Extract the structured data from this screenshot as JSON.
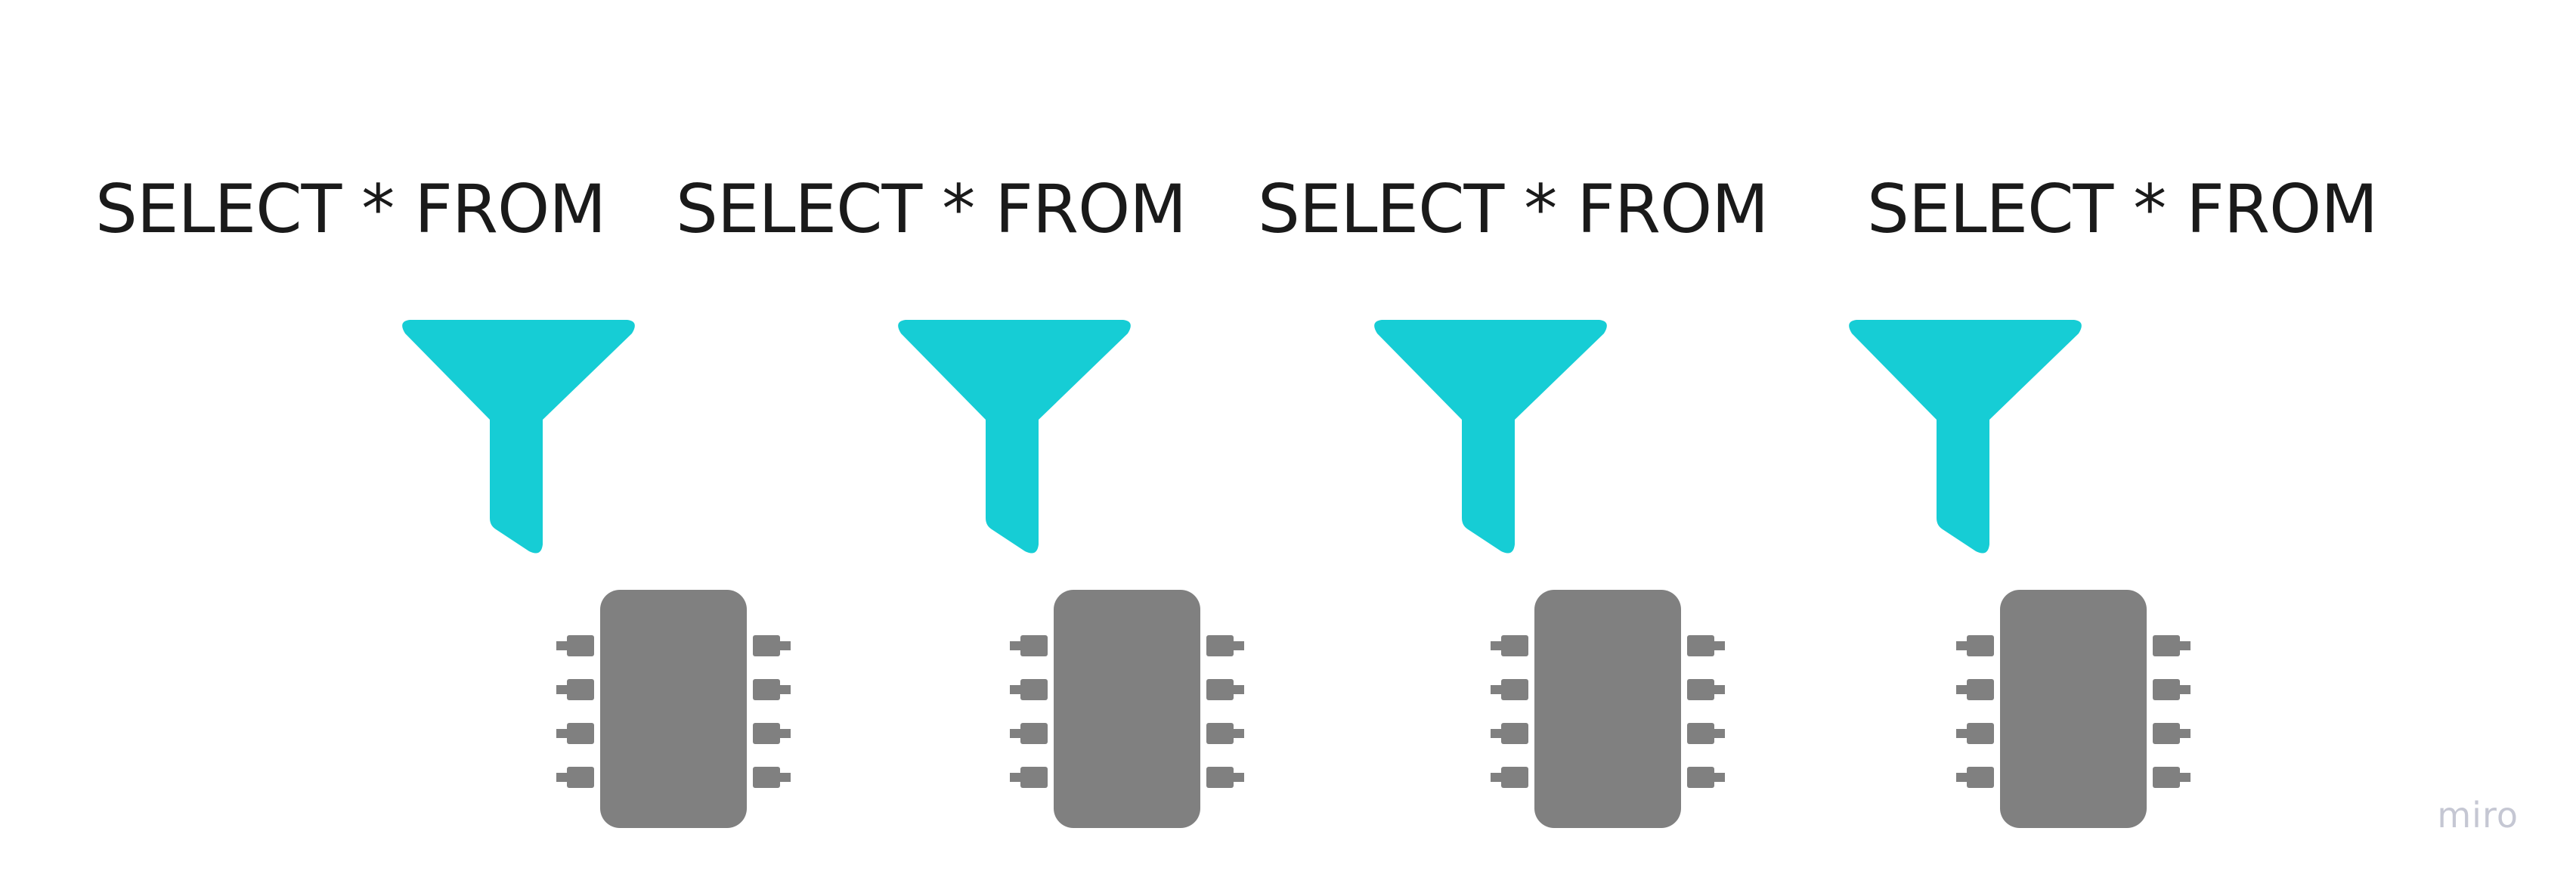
{
  "queries": [
    {
      "text": "SELECT * FROM"
    },
    {
      "text": "SELECT * FROM"
    },
    {
      "text": "SELECT * FROM"
    },
    {
      "text": "SELECT * FROM"
    }
  ],
  "icons": {
    "filter": "funnel-filter-icon",
    "processor": "cpu-chip-icon"
  },
  "colors": {
    "filter": "#16CDD5",
    "chip": "#808080",
    "text": "#1a1a1a",
    "watermark": "#c5c7d3"
  },
  "watermark": "miro"
}
